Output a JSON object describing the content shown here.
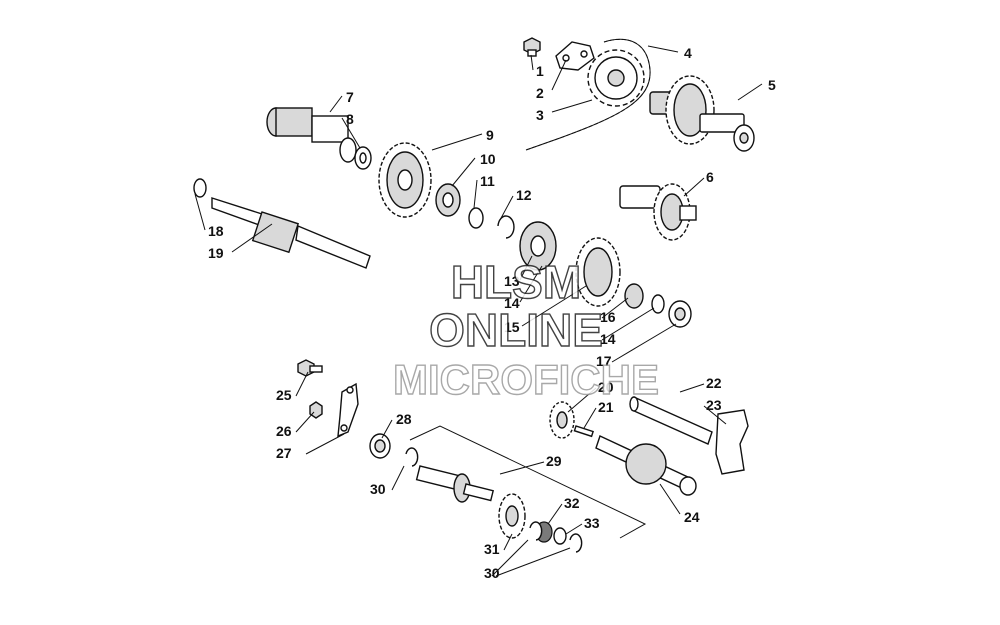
{
  "diagram": {
    "callouts": [
      "1",
      "2",
      "3",
      "4",
      "5",
      "6",
      "7",
      "8",
      "9",
      "10",
      "11",
      "12",
      "13",
      "14",
      "15",
      "16",
      "14",
      "17",
      "18",
      "19",
      "20",
      "21",
      "22",
      "23",
      "24",
      "25",
      "26",
      "27",
      "28",
      "29",
      "30",
      "31",
      "30",
      "32",
      "33"
    ]
  },
  "watermark": {
    "line1": "HLSM",
    "line2": "ONLINE",
    "line3": "MICROFICHE"
  }
}
